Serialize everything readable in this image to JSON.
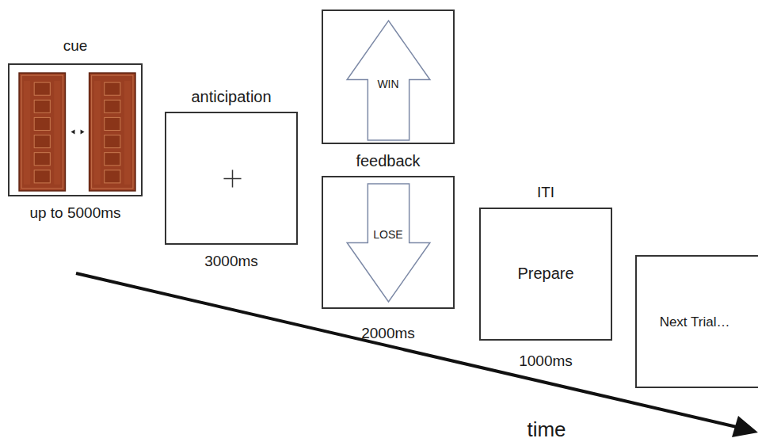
{
  "diagram": {
    "nodes": [
      {
        "text": [
          "cue",
          "up to 5000ms"
        ]
      },
      {
        "text": [
          "anticipation",
          "3000ms"
        ]
      },
      {
        "text": [
          "WIN"
        ]
      },
      {
        "text": [
          "LOSE"
        ]
      },
      {
        "text": [
          "ITI",
          "Prepare",
          "1000ms"
        ]
      },
      {
        "text": [
          "Next Trial…"
        ]
      }
    ],
    "labels": [
      "feedback",
      "2000ms",
      "time"
    ]
  }
}
